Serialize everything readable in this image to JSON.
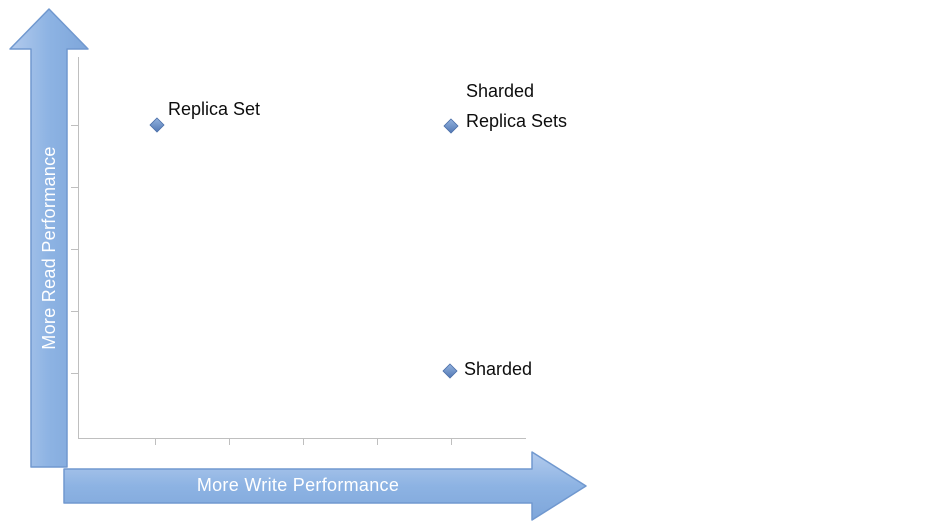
{
  "chart_data": {
    "type": "scatter",
    "title": "",
    "xlabel": "More Write Performance",
    "ylabel": "More Read Performance",
    "xlim": [
      0,
      6
    ],
    "ylim": [
      0,
      6
    ],
    "grid": false,
    "legend": false,
    "x_axis": {
      "tick_count": 5,
      "tick_labels": [],
      "style": "arrow"
    },
    "y_axis": {
      "tick_count": 5,
      "tick_labels": [],
      "style": "arrow"
    },
    "series": [
      {
        "marker": "diamond",
        "marker_color": "#6d92c4",
        "points": [
          {
            "label": "Replica Set",
            "x": 1,
            "y": 5
          },
          {
            "label": "Sharded Replica Sets",
            "x": 5,
            "y": 5
          },
          {
            "label": "Sharded",
            "x": 5,
            "y": 1
          }
        ]
      }
    ]
  },
  "colors": {
    "arrow_fill_light": "#b3cbed",
    "arrow_fill_dark": "#7ea6da",
    "arrow_border": "#7098cf",
    "axis_line": "#bfbfbf",
    "marker_fill_light": "#93b2de",
    "marker_fill_dark": "#5379b5",
    "marker_border": "#4a6ea8",
    "point_label_text": "#0d0d0d",
    "arrow_label_text": "#ffffff",
    "background": "#ffffff"
  }
}
